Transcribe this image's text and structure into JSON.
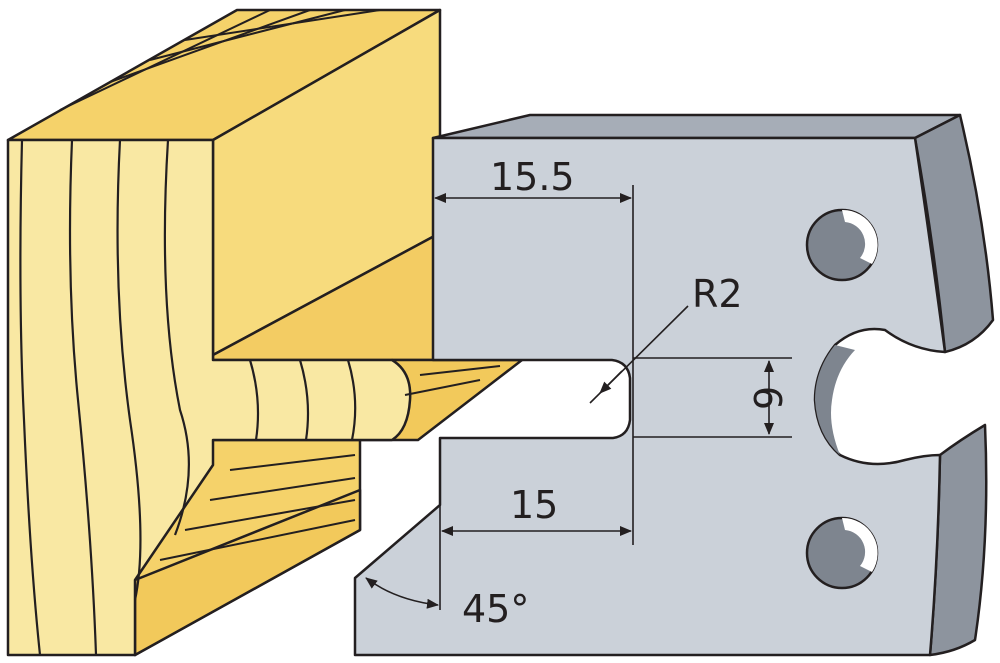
{
  "diagram": {
    "type": "technical-drawing",
    "subject": "profile knife with matching wood profile",
    "colors": {
      "wood_face": "#f9e8a3",
      "wood_top": "#f5d26a",
      "wood_side": "#f2c95b",
      "wood_grain": "#231f20",
      "knife_face": "#cbd1d9",
      "knife_top": "#a6adb7",
      "knife_edge": "#8d949e",
      "knife_hole": "#7e858f",
      "outline": "#231f20",
      "dimension_line": "#231f20"
    },
    "labels": {
      "dim_top_width": "15.5",
      "dim_bottom_width": "15",
      "dim_radius": "R2",
      "dim_slot_height": "6",
      "dim_angle": "45°"
    }
  }
}
